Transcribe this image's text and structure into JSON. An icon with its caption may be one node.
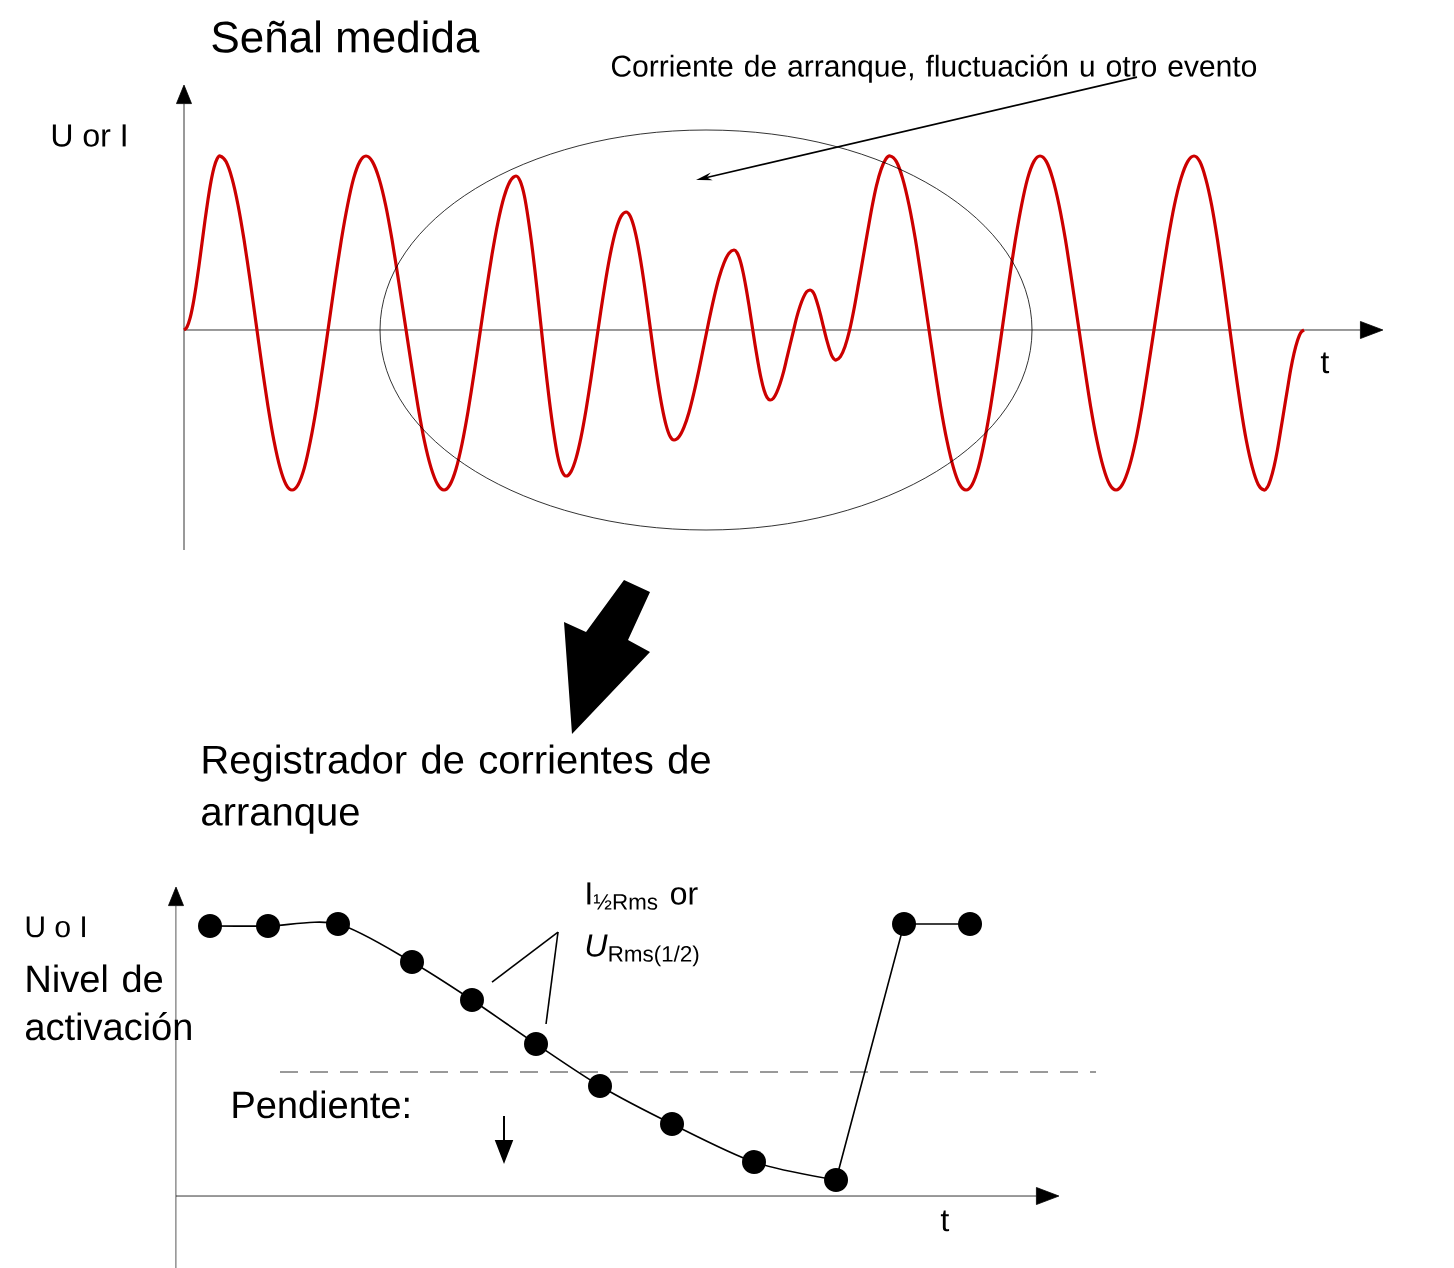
{
  "diagram": {
    "nodes": [
      {
        "text": [
          "Corriente de arranque, fluctuación u otro evento"
        ]
      },
      {
        "text": [],
        "shape": "ellipse"
      },
      {
        "text": [
          "I$_{½Rms}$ or *U*$_{Rms(1/2)}$"
        ]
      }
    ],
    "edges": [
      {
        "from": 0,
        "to": 1,
        "arrow": "to"
      },
      {
        "from": 2,
        "to": null,
        "arrow": "none"
      },
      {
        "from": 2,
        "to": null,
        "arrow": "none"
      }
    ],
    "labels": [
      "Señal medida",
      "U or I",
      "t",
      "Registrador de corrientes de arranque",
      "U o I",
      "Nivel de activación",
      "Pendiente:",
      "t"
    ]
  }
}
